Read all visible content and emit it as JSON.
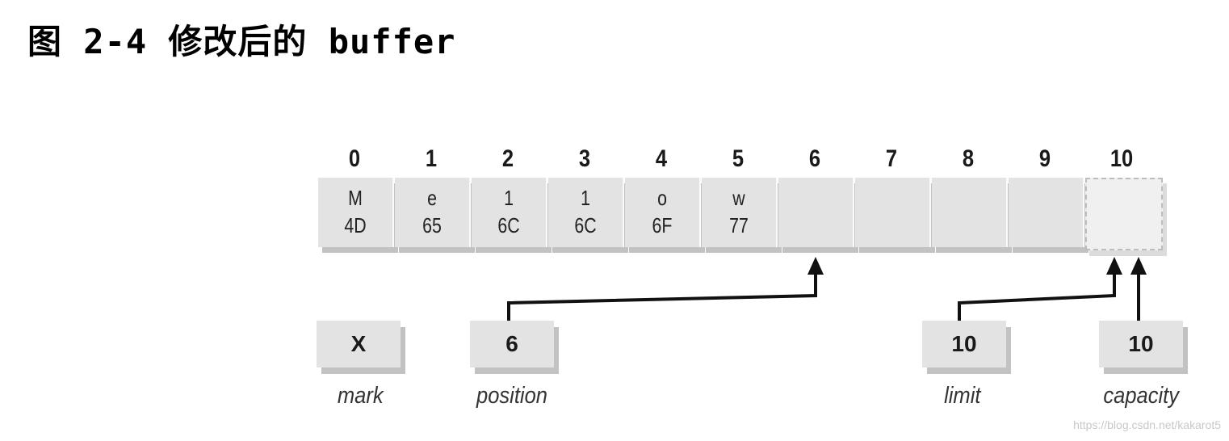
{
  "figure": {
    "title": "图 2-4 修改后的 buffer"
  },
  "buffer": {
    "indices": [
      "0",
      "1",
      "2",
      "3",
      "4",
      "5",
      "6",
      "7",
      "8",
      "9",
      "10"
    ],
    "cells": [
      {
        "char": "M",
        "hex": "4D"
      },
      {
        "char": "e",
        "hex": "65"
      },
      {
        "char": "1",
        "hex": "6C"
      },
      {
        "char": "1",
        "hex": "6C"
      },
      {
        "char": "o",
        "hex": "6F"
      },
      {
        "char": "w",
        "hex": "77"
      },
      {
        "char": "",
        "hex": ""
      },
      {
        "char": "",
        "hex": ""
      },
      {
        "char": "",
        "hex": ""
      },
      {
        "char": "",
        "hex": ""
      },
      {
        "char": "",
        "hex": ""
      }
    ]
  },
  "markers": {
    "mark": {
      "value": "X",
      "label": "mark"
    },
    "position": {
      "value": "6",
      "label": "position"
    },
    "limit": {
      "value": "10",
      "label": "limit"
    },
    "capacity": {
      "value": "10",
      "label": "capacity"
    }
  },
  "watermark": "https://blog.csdn.net/kakarot5"
}
